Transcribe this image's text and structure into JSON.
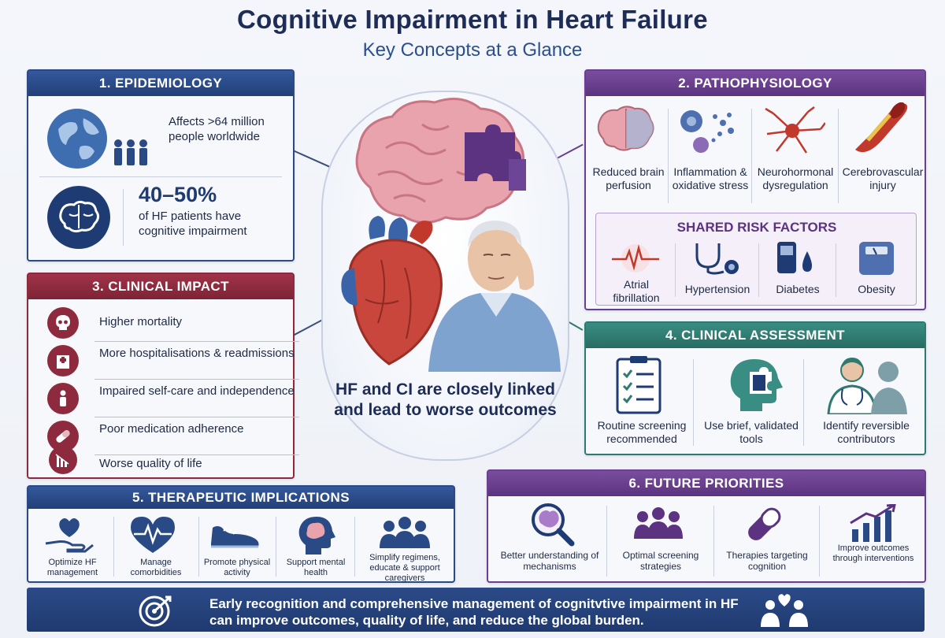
{
  "header": {
    "title": "Cognitive Impairment in Heart Failure",
    "subtitle": "Key Concepts at a Glance"
  },
  "epidemiology": {
    "heading": "1. EPIDEMIOLOGY",
    "stat1": "Affects >64 million people worldwide",
    "stat2_value": "40–50%",
    "stat2_text": "of HF patients have cognitive impairment"
  },
  "pathophysiology": {
    "heading": "2. PATHOPHYSIOLOGY",
    "items": [
      {
        "label": "Reduced brain perfusion",
        "icon": "brain-icon"
      },
      {
        "label": "Inflammation & oxidative stress",
        "icon": "cells-icon"
      },
      {
        "label": "Neurohormonal dysregulation",
        "icon": "neuron-icon"
      },
      {
        "label": "Cerebrovascular injury",
        "icon": "artery-icon"
      }
    ],
    "risk_heading": "SHARED RISK FACTORS",
    "risks": [
      {
        "label": "Atrial fibrillation",
        "icon": "ecg-icon"
      },
      {
        "label": "Hypertension",
        "icon": "stethoscope-icon"
      },
      {
        "label": "Diabetes",
        "icon": "glucometer-icon"
      },
      {
        "label": "Obesity",
        "icon": "scale-icon"
      }
    ]
  },
  "clinical_impact": {
    "heading": "3. CLINICAL IMPACT",
    "items": [
      {
        "label": "Higher mortality",
        "icon": "skull-icon"
      },
      {
        "label": "More hospitalisations & readmissions",
        "icon": "hospital-icon"
      },
      {
        "label": "Impaired self-care and independence",
        "icon": "person-icon"
      },
      {
        "label": "Poor medication adherence",
        "icon": "pill-icon"
      },
      {
        "label": "Worse quality of life",
        "icon": "decline-chart-icon"
      }
    ]
  },
  "center": {
    "message": "HF and CI are closely linked and lead to worse outcomes"
  },
  "clinical_assessment": {
    "heading": "4. CLINICAL ASSESSMENT",
    "items": [
      {
        "label": "Routine screening recommended",
        "icon": "checklist-icon"
      },
      {
        "label": "Use brief, validated tools",
        "icon": "head-puzzle-icon"
      },
      {
        "label": "Identify reversible contributors",
        "icon": "doctor-patient-icon"
      }
    ]
  },
  "therapeutic": {
    "heading": "5. THERAPEUTIC IMPLICATIONS",
    "items": [
      {
        "label": "Optimize HF management",
        "icon": "hand-heart-icon"
      },
      {
        "label": "Manage comorbidities",
        "icon": "heart-pulse-icon"
      },
      {
        "label": "Promote physical activity",
        "icon": "shoe-icon"
      },
      {
        "label": "Support mental health",
        "icon": "head-brain-icon"
      },
      {
        "label": "Simplify regimens, educate & support caregivers",
        "icon": "group-icon"
      }
    ]
  },
  "future": {
    "heading": "6. FUTURE PRIORITIES",
    "items": [
      {
        "label": "Better understanding of mechanisms",
        "icon": "magnifier-brain-icon"
      },
      {
        "label": "Optimal screening strategies",
        "icon": "group-icon"
      },
      {
        "label": "Therapies targeting cognition",
        "icon": "capsule-icon"
      },
      {
        "label": "Improve outcomes through interventions",
        "icon": "growth-chart-icon"
      }
    ]
  },
  "banner": {
    "text": "Early recognition and comprehensive management of cognitvtive impairment in HF can improve outcomes, quality of life, and reduce the global burden."
  },
  "colors": {
    "navy": "#1e2d57",
    "blue": "#2a4a85",
    "purple": "#6b3f8f",
    "red": "#8e2a3e",
    "teal": "#2e7a70"
  }
}
